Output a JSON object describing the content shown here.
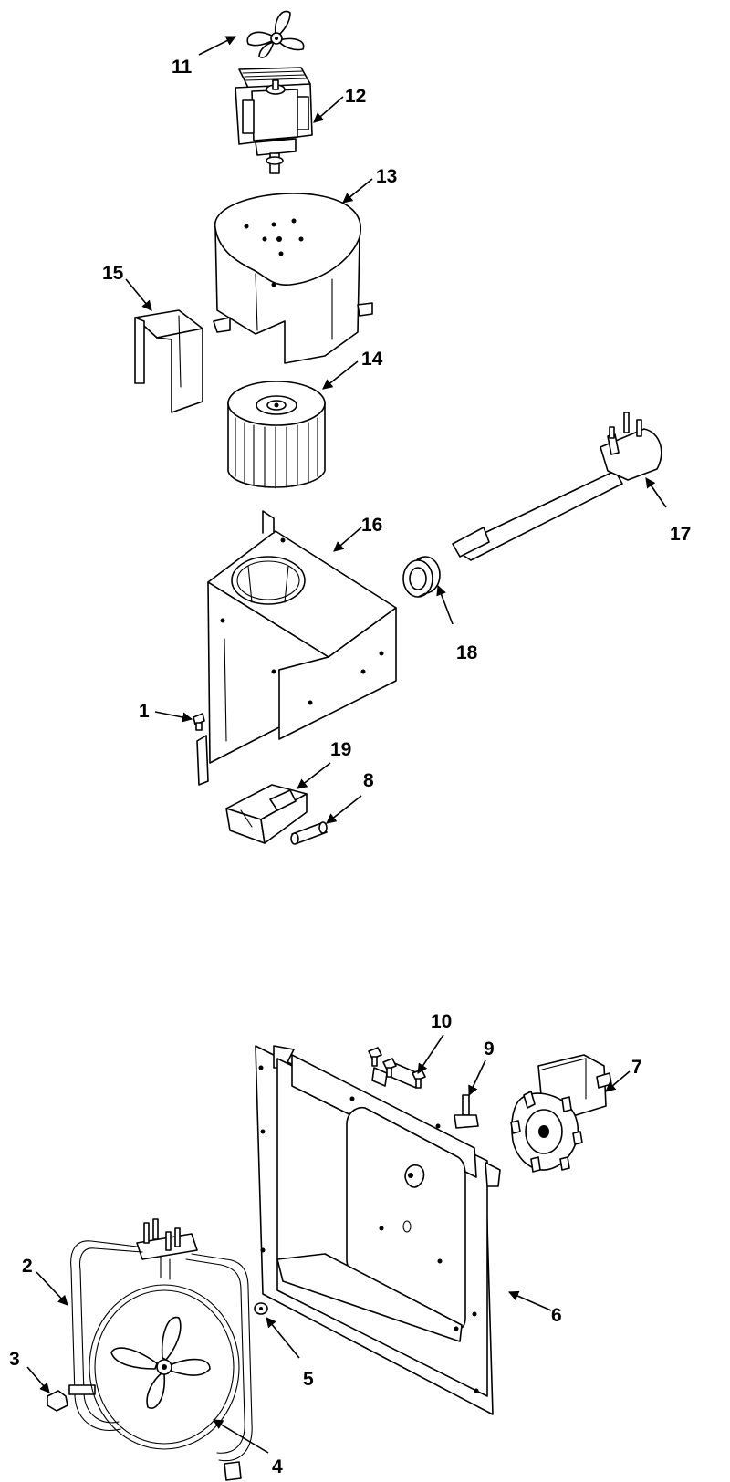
{
  "colors": {
    "line": "#000000",
    "background": "#ffffff"
  },
  "callouts": {
    "c1": "1",
    "c2": "2",
    "c3": "3",
    "c4": "4",
    "c5": "5",
    "c6": "6",
    "c7": "7",
    "c8": "8",
    "c9": "9",
    "c10": "10",
    "c11": "11",
    "c12": "12",
    "c13": "13",
    "c14": "14",
    "c15": "15",
    "c16": "16",
    "c17": "17",
    "c18": "18",
    "c19": "19"
  }
}
